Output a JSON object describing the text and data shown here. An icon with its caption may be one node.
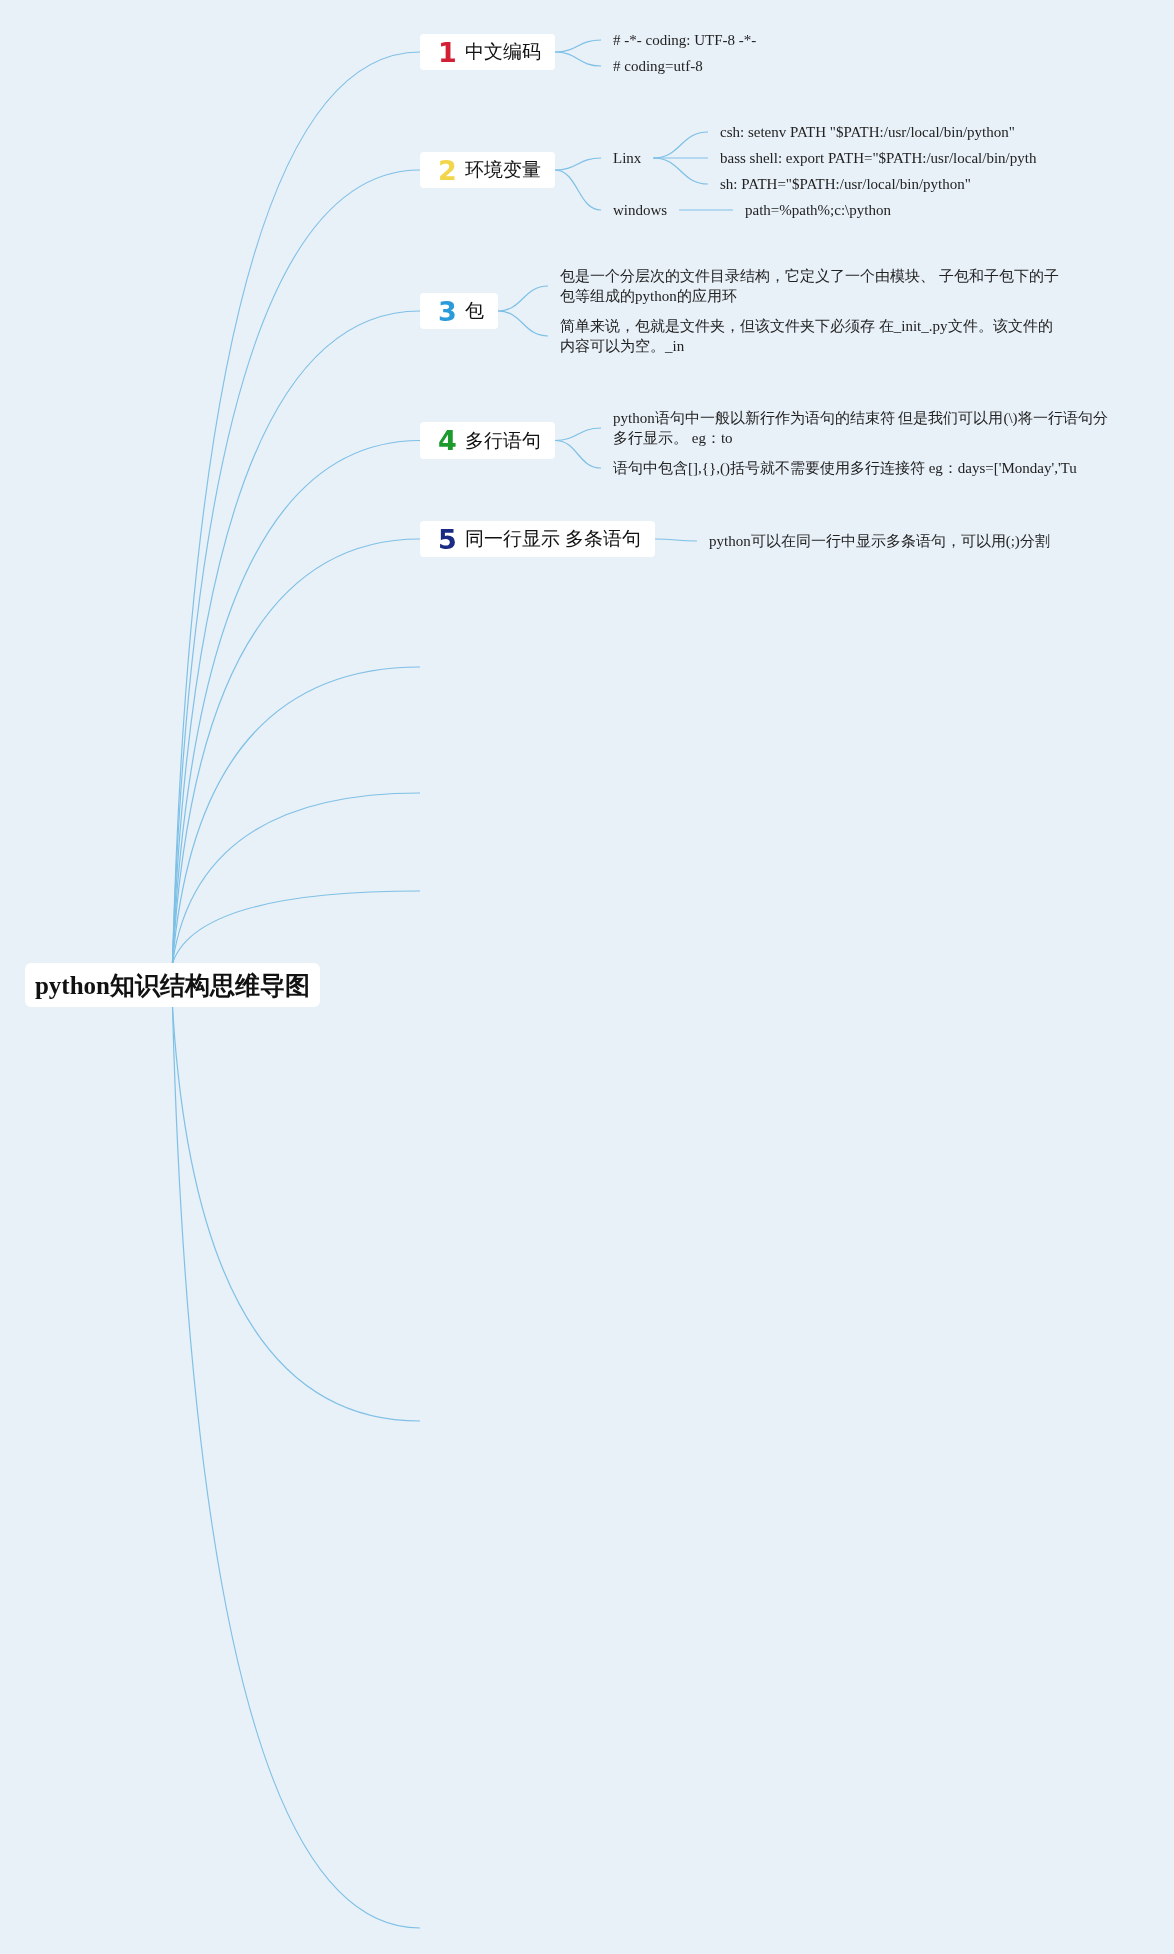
{
  "diagram": {
    "nodes": [
      {
        "text": [
          "python知识结构思维导图"
        ]
      },
      {
        "text": [
          "1",
          "中文编码"
        ]
      },
      {
        "text": [
          "# -*- coding: UTF-8 -*-"
        ]
      },
      {
        "text": [
          "# coding=utf-8"
        ]
      },
      {
        "text": [
          "2",
          "环境变量"
        ]
      },
      {
        "text": [
          "Linx"
        ]
      },
      {
        "text": [
          "csh: setenv PATH \"$PATH:/usr/local/bin/python\""
        ]
      },
      {
        "text": [
          "bass shell: export PATH=\"$PATH:/usr/local/bin/pyth"
        ]
      },
      {
        "text": [
          "sh: PATH=\"$PATH:/usr/local/bin/python\""
        ]
      },
      {
        "text": [
          "windows"
        ]
      },
      {
        "text": [
          "path=%path%;c:\\python"
        ]
      },
      {
        "text": [
          "3",
          "包"
        ]
      },
      {
        "text": [
          "包是一个分层次的文件目录结构，它定义了一个由模块、 子包和子包下的子包等组成的python的应用环"
        ]
      },
      {
        "text": [
          "简单来说，包就是文件夹，但该文件夹下必须存 在_init_.py文件。该文件的内容可以为空。_in"
        ]
      },
      {
        "text": [
          "4",
          "多行语句"
        ]
      },
      {
        "text": [
          "python语句中一般以新行作为语句的结束符 但是我们可以用(\\)将一行语句分多行显示。 eg：to"
        ]
      },
      {
        "text": [
          "语句中包含[],{},()括号就不需要使用多行连接符 eg：days=['Monday','Tu"
        ]
      },
      {
        "text": [
          "5",
          "同一行显示 多条语句"
        ]
      },
      {
        "text": [
          "python可以在同一行中显示多条语句，可以用(;)分割"
        ]
      }
    ],
    "edges": [
      {
        "from": 0,
        "to": 1,
        "arrow": "none"
      },
      {
        "from": 0,
        "to": 4,
        "arrow": "none"
      },
      {
        "from": 0,
        "to": 11,
        "arrow": "none"
      },
      {
        "from": 0,
        "to": 14,
        "arrow": "none"
      },
      {
        "from": 0,
        "to": 17,
        "arrow": "none"
      },
      {
        "from": 0,
        "to": null,
        "arrow": "none"
      },
      {
        "from": 0,
        "to": null,
        "arrow": "none"
      },
      {
        "from": 0,
        "to": null,
        "arrow": "none"
      },
      {
        "from": 0,
        "to": null,
        "arrow": "none"
      },
      {
        "from": 0,
        "to": null,
        "arrow": "none"
      },
      {
        "from": 1,
        "to": 2,
        "arrow": "none"
      },
      {
        "from": 1,
        "to": 3,
        "arrow": "none"
      },
      {
        "from": 4,
        "to": 5,
        "arrow": "none"
      },
      {
        "from": 4,
        "to": 9,
        "arrow": "none"
      },
      {
        "from": 5,
        "to": 6,
        "arrow": "none"
      },
      {
        "from": 5,
        "to": 7,
        "arrow": "none"
      },
      {
        "from": 5,
        "to": 8,
        "arrow": "none"
      },
      {
        "from": 9,
        "to": 10,
        "arrow": "none"
      },
      {
        "from": 11,
        "to": 12,
        "arrow": "none"
      },
      {
        "from": 11,
        "to": 13,
        "arrow": "none"
      },
      {
        "from": 14,
        "to": 15,
        "arrow": "none"
      },
      {
        "from": 14,
        "to": 16,
        "arrow": "none"
      },
      {
        "from": 17,
        "to": 18,
        "arrow": "none"
      }
    ]
  }
}
